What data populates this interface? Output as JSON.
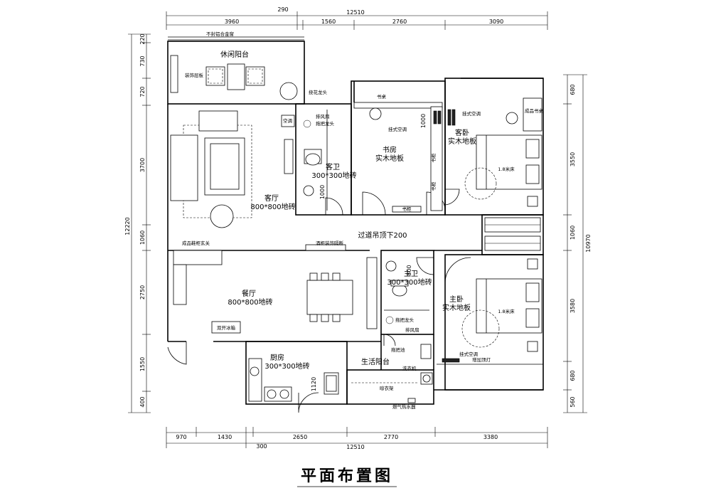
{
  "title": "平面布置图",
  "dims": {
    "top_overall": "12510",
    "top_offset": "290",
    "top_segments": [
      "3960",
      "1560",
      "2760",
      "3090"
    ],
    "bottom_overall": "12510",
    "bottom_offset": "300",
    "bottom_segments": [
      "970",
      "1430",
      "2650",
      "2770",
      "3380"
    ],
    "left_overall": "12220",
    "left_segments": [
      "220",
      "730",
      "720",
      "3700",
      "1060",
      "2750",
      "1550",
      "400"
    ],
    "right_overall": "10970",
    "right_segments": [
      "680",
      "3550",
      "1060",
      "3580",
      "680",
      "560"
    ],
    "inner": [
      "1000",
      "1000",
      "800",
      "1120"
    ]
  },
  "rooms": {
    "balcony": "休闲阳台",
    "living": "客厅",
    "living_floor": "800*800地砖",
    "guest_bath": "客卫",
    "guest_bath_floor": "300*300地砖",
    "study": "书房",
    "study_floor": "实木地板",
    "guest_bed": "客卧",
    "guest_bed_floor": "实木地板",
    "corridor": "过道吊顶下200",
    "master_bath": "主卫",
    "master_bath_floor": "300*300地砖",
    "master_bed": "主卧",
    "master_bed_floor": "实木地板",
    "dining": "餐厅",
    "dining_floor": "800*800地砖",
    "kitchen": "厨房",
    "kitchen_floor": "300*300地砖",
    "service_balcony": "生活阳台"
  },
  "notes": {
    "window": "不封铝合金窗",
    "deco_board": "装饰层板",
    "faucet": "挠花龙头",
    "exhaust1": "排风扇",
    "mop_faucet1": "拖把龙头",
    "ac_wall": "空调",
    "desk": "书桌",
    "ac_study": "挂式空调",
    "study_shelf_a": "书柜",
    "study_shelf_b": "书柜",
    "study_shelf_c": "书柜",
    "ac_guest": "挂式空调",
    "bookcase": "成品书桌",
    "bed_guest": "1.8米床",
    "shoe_cabinet": "成品鞋柜玄关",
    "wine_partition": "酒柜装饰隔断",
    "mop_faucet2": "拖把龙头",
    "exhaust2": "排风扇",
    "mop_pool": "拖把池",
    "washer": "洗衣机",
    "dryer_rack": "晾衣架",
    "heater": "燃气热水器",
    "ac_master": "挂式空调",
    "ceiling_light": "增加顶灯",
    "bed_master": "1.8米床",
    "fridge": "双开冰箱"
  }
}
